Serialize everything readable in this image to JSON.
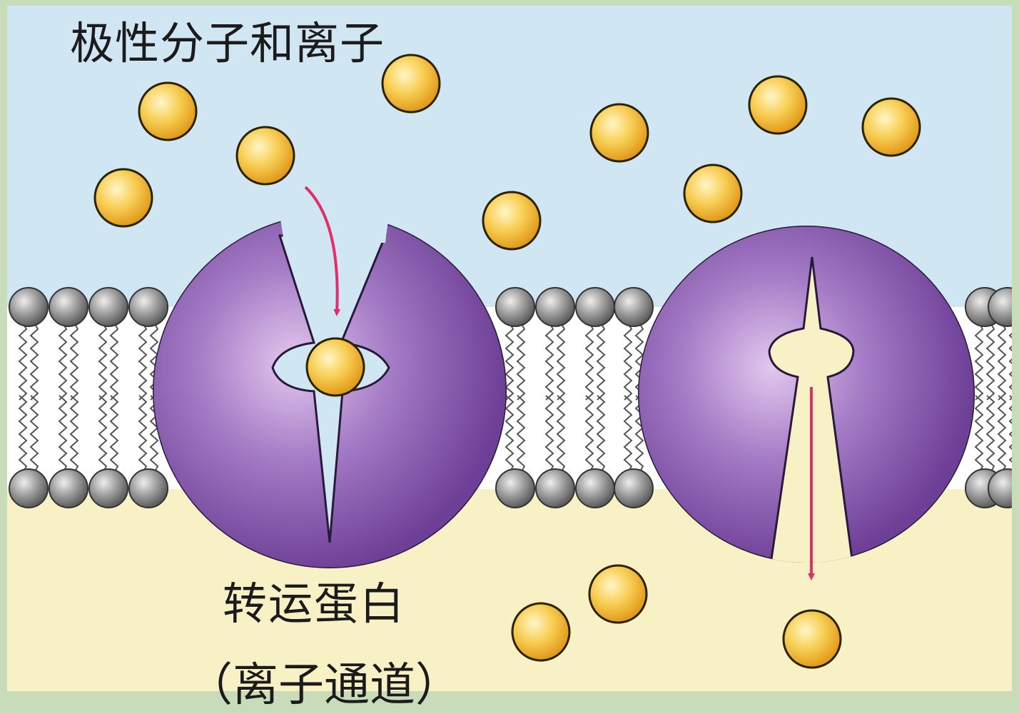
{
  "labels": {
    "polar_molecules_ions": "极性分子和离子",
    "transport_protein": "转运蛋白",
    "ion_channel": "（离子通道）"
  },
  "colors": {
    "extracellular": "#cfe5f2",
    "cytoplasm": "#f9f1c4",
    "protein": "#7a4fa0",
    "ion": "#f4bd40",
    "lipid_head": "#8a8a8a",
    "arrow": "#e0306a",
    "frame": "#c9dcb9"
  }
}
